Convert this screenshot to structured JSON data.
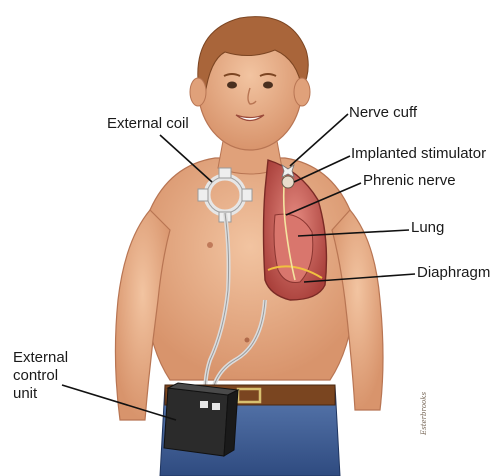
{
  "figure": {
    "labels": {
      "external_coil": "External coil",
      "nerve_cuff": "Nerve cuff",
      "implanted_stimulator": "Implanted stimulator",
      "phrenic_nerve": "Phrenic nerve",
      "lung": "Lung",
      "diaphragm": "Diaphragm",
      "external_control_unit": "External control unit"
    },
    "signature": "Esterbrooks",
    "colors": {
      "skin": "#e8b08c",
      "skin_shadow": "#c98766",
      "hair": "#a9653a",
      "jeans": "#3d5d95",
      "belt": "#7a4520",
      "lung_cavity": "#c65a52",
      "control_unit": "#2b2b2b",
      "leader_line": "#111111"
    }
  }
}
